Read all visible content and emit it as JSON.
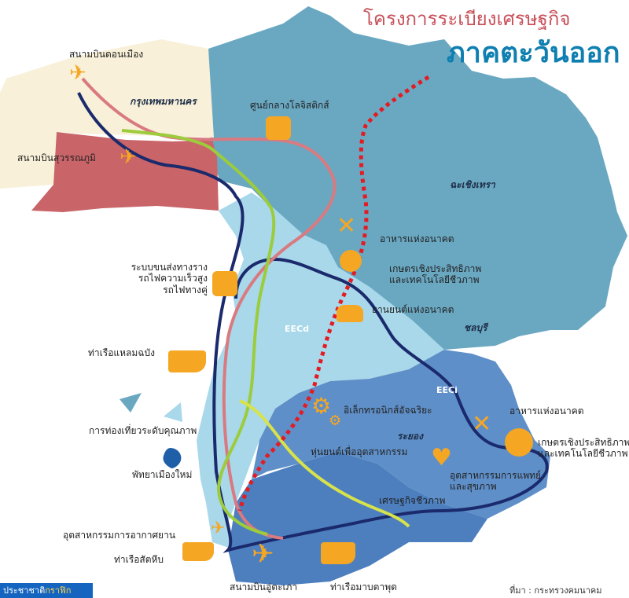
{
  "title": {
    "line1": "โครงการระเบียงเศรษฐกิจ",
    "line2": "ภาคตะวันออก"
  },
  "airports": {
    "don_mueang": "สนามบินดอนเมือง",
    "suvarnabhumi": "สนามบินสุวรรณภูมิ",
    "u_tapao": "สนามบินอู่ตะเภา"
  },
  "regions": {
    "bangkok": "กรุงเทพมหานคร",
    "chachoengsao": "ฉะเชิงเทรา",
    "chonburi": "ชลบุรี",
    "rayong": "ระยอง"
  },
  "zones": {
    "eecd": "EECd",
    "eeci": "EECi"
  },
  "labels": {
    "logistics_center": "ศูนย์กลางโลจิสติกส์",
    "rail_line1": "ระบบขนส่งทางราง",
    "rail_line2": "รถไฟความเร็วสูง",
    "rail_line3": "รถไฟทางคู่",
    "laem_chabang": "ท่าเรือแหลมฉบัง",
    "quality_tourism": "การท่องเที่ยวระดับคุณภาพ",
    "pattaya": "พัทยาเมืองใหม่",
    "aviation": "อุตสาหกรรมการอากาศยาน",
    "sattahip": "ท่าเรือสัตหีบ",
    "map_ta_phut": "ท่าเรือมาบตาพุด",
    "future_food": "อาหารแห่งอนาคต",
    "bio_agri_line1": "เกษตรเชิงประสิทธิภาพ",
    "bio_agri_line2": "และเทคโนโลยีชีวภาพ",
    "future_auto": "ยานยนต์แห่งอนาคต",
    "smart_electronics": "อิเล็กทรอนิกส์อัจฉริยะ",
    "robotics": "หุ่นยนต์เพื่ออุตสาหกรรม",
    "bio_economy": "เศรษฐกิจชีวภาพ",
    "future_food_2": "อาหารแห่งอนาคต",
    "bio_agri2_line1": "เกษตรเชิงประสิทธิภาพ",
    "bio_agri2_line2": "และเทคโนโลยีชีวภาพ",
    "medical_line1": "อุตสาหกรรมการแพทย์",
    "medical_line2": "และสุขภาพ"
  },
  "footer": {
    "brand_part1": "ประชาชาติ",
    "brand_part2": "กราฟิก",
    "source": "ที่มา : กระทรวงคมนาคม"
  },
  "colors": {
    "title_red": "#c8505a",
    "title_blue": "#0e7fb0",
    "bangkok_cream": "#f8f0d8",
    "suvarnabhumi_red": "#c96468",
    "chachoengsao_blue": "#6aa8c2",
    "chonburi_light": "#a8d8ea",
    "rayong_blue": "#5f8fc8",
    "coast_blue": "#4d7fbf",
    "icon_orange": "#f5a623",
    "route_navy": "#1a2a6c",
    "route_pink": "#d97a80",
    "route_green": "#9ccc3c",
    "route_yellow": "#d8e24a",
    "boundary_red": "#e31b23"
  }
}
